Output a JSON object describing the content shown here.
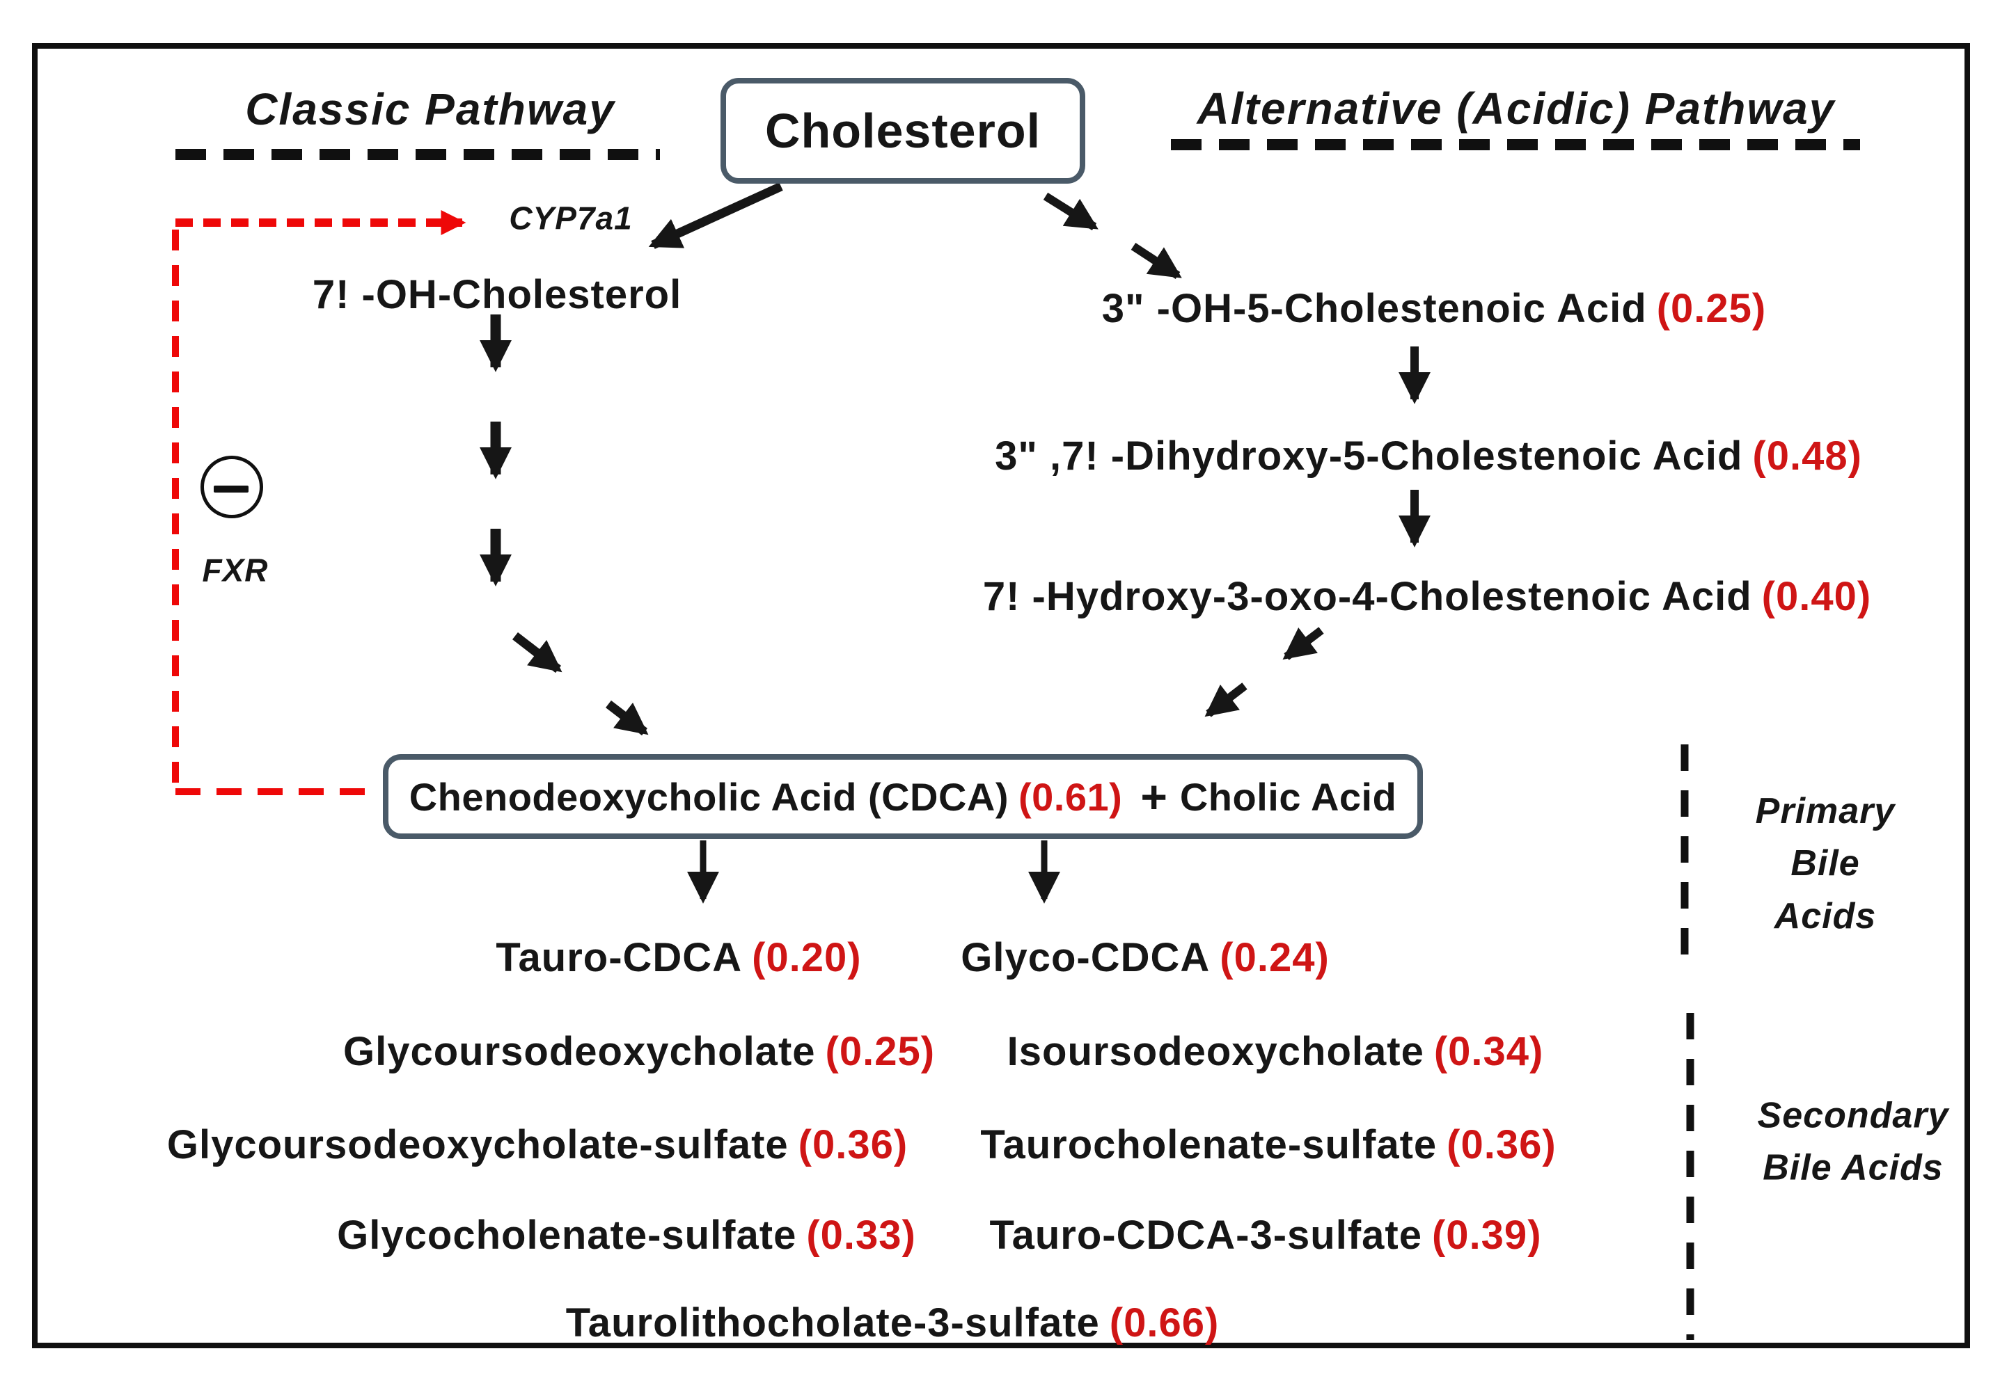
{
  "colors": {
    "ink": "#161616",
    "value_red": "#cf1515",
    "signal_red": "#ee0808",
    "node_border": "#4a5a68",
    "frame_border": "#101010"
  },
  "headers": {
    "classic": "Classic Pathway",
    "alternative": "Alternative (Acidic) Pathway"
  },
  "nodes": {
    "cholesterol": "Cholesterol",
    "cyp7a1": "CYP7a1",
    "fxr": "FXR",
    "oh_cholesterol": "7! -OH-Cholesterol",
    "cholestenoic_1": {
      "label": "3\" -OH-5-Cholestenoic Acid",
      "value": "(0.25)"
    },
    "cholestenoic_2": {
      "label": "3\" ,7! -Dihydroxy-5-Cholestenoic Acid",
      "value": "(0.48)"
    },
    "cholestenoic_3": {
      "label": "7! -Hydroxy-3-oxo-4-Cholestenoic Acid",
      "value": "(0.40)"
    },
    "cdca": {
      "label": "Chenodeoxycholic Acid (CDCA)",
      "value": "(0.61)",
      "plus": "+",
      "cholic": "Cholic Acid"
    },
    "tauro_cdca": {
      "label": "Tauro-CDCA",
      "value": "(0.20)"
    },
    "glyco_cdca": {
      "label": "Glyco-CDCA",
      "value": "(0.24)"
    }
  },
  "secondary_rows": {
    "left": [
      {
        "label": "Glycoursodeoxycholate",
        "value": "(0.25)"
      },
      {
        "label": "Glycoursodeoxycholate-sulfate",
        "value": "(0.36)"
      },
      {
        "label": "Glycocholenate-sulfate",
        "value": "(0.33)"
      }
    ],
    "right": [
      {
        "label": "Isoursodeoxycholate",
        "value": "(0.34)"
      },
      {
        "label": "Taurocholenate-sulfate",
        "value": "(0.36)"
      },
      {
        "label": "Tauro-CDCA-3-sulfate",
        "value": "(0.39)"
      }
    ],
    "bottom": {
      "label": "Taurolithocholate-3-sulfate",
      "value": "(0.66)"
    }
  },
  "groups": {
    "primary": {
      "line1": "Primary",
      "line2": "Bile Acids"
    },
    "secondary": {
      "line1": "Secondary",
      "line2": "Bile Acids"
    }
  }
}
